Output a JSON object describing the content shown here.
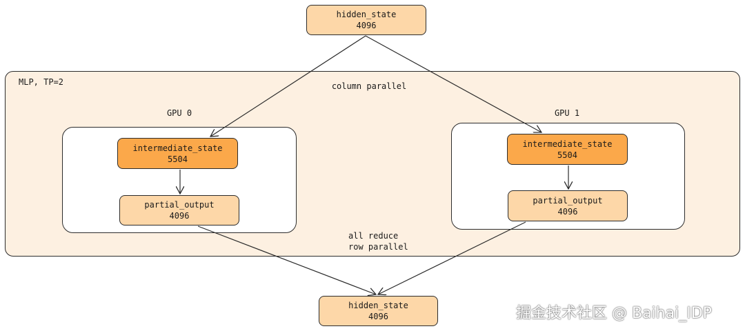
{
  "top_node": {
    "name": "hidden_state",
    "size": "4096"
  },
  "group": {
    "title": "MLP, TP=2",
    "column_label": "column parallel",
    "bottom_label_1": "all reduce",
    "bottom_label_2": "row parallel"
  },
  "gpu0": {
    "title": "GPU 0",
    "intermediate": {
      "name": "intermediate_state",
      "size": "5504"
    },
    "partial": {
      "name": "partial_output",
      "size": "4096"
    }
  },
  "gpu1": {
    "title": "GPU 1",
    "intermediate": {
      "name": "intermediate_state",
      "size": "5504"
    },
    "partial": {
      "name": "partial_output",
      "size": "4096"
    }
  },
  "bottom_node": {
    "name": "hidden_state",
    "size": "4096"
  },
  "watermark": "掘金技术社区 @ Baihai_IDP",
  "colors": {
    "group_fill": "#fdf0e1",
    "light_node": "#fdd7a8",
    "dark_node": "#fba84a",
    "stroke": "#2b2b2b"
  }
}
